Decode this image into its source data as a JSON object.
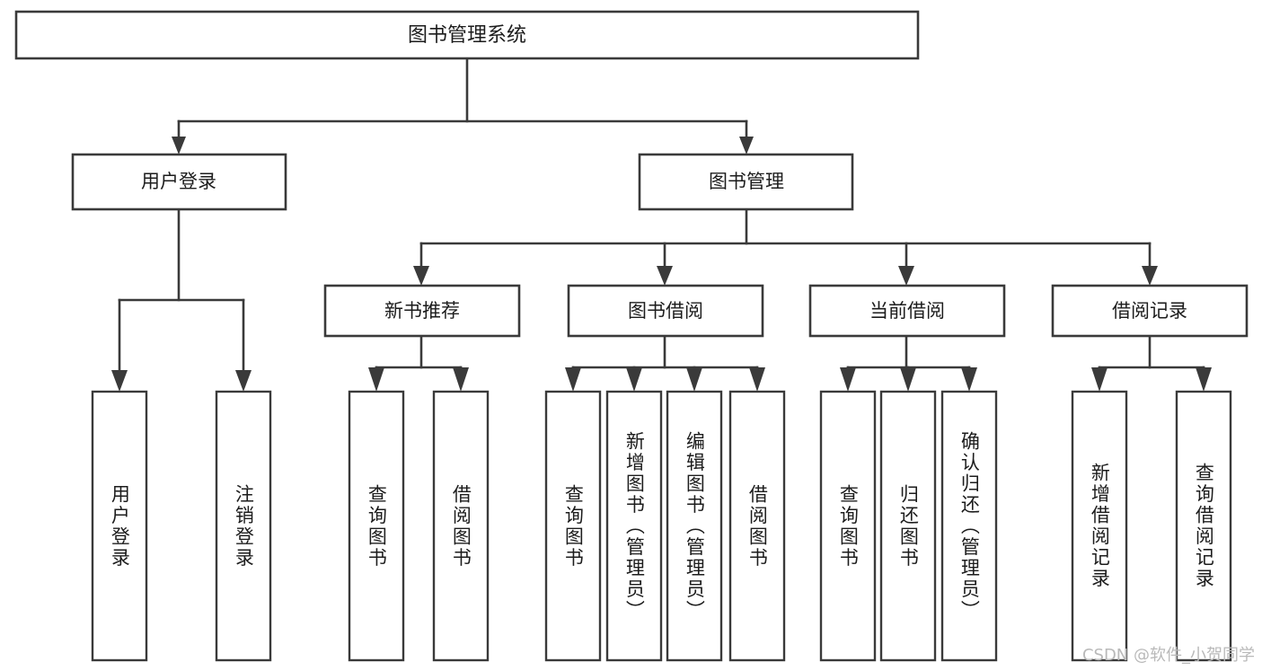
{
  "diagram": {
    "type": "tree",
    "title": "图书管理系统",
    "orientation": "top-down",
    "watermark": "CSDN @软件_小贺同学",
    "colors": {
      "background": "#ffffff",
      "box_stroke": "#3a3a3a",
      "box_fill": "#ffffff",
      "text": "#1c1c1c",
      "watermark": "#b9b9b9"
    }
  },
  "root": {
    "label": "图书管理系统"
  },
  "level2": [
    {
      "label": "用户登录"
    },
    {
      "label": "图书管理"
    }
  ],
  "level3": [
    {
      "label": "新书推荐"
    },
    {
      "label": "图书借阅"
    },
    {
      "label": "当前借阅"
    },
    {
      "label": "借阅记录"
    }
  ],
  "leaves": {
    "user_login": [
      {
        "label": "用户登录"
      },
      {
        "label": "注销登录"
      }
    ],
    "new_book_recommend": [
      {
        "label": "查询图书"
      },
      {
        "label": "借阅图书"
      }
    ],
    "book_borrow": [
      {
        "label": "查询图书"
      },
      {
        "label": "新增图书（管理员）"
      },
      {
        "label": "编辑图书（管理员）"
      },
      {
        "label": "借阅图书"
      }
    ],
    "current_borrow": [
      {
        "label": "查询图书"
      },
      {
        "label": "归还图书"
      },
      {
        "label": "确认归还（管理员）"
      }
    ],
    "borrow_record": [
      {
        "label": "新增借阅记录"
      },
      {
        "label": "查询借阅记录"
      }
    ]
  }
}
